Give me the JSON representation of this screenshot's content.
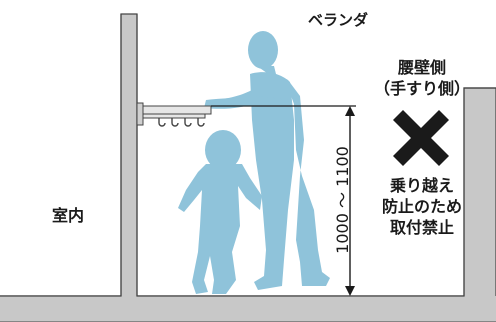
{
  "labels": {
    "veranda": "ベランダ",
    "indoor": "室内",
    "parapet_line1": "腰壁側",
    "parapet_line2": "（手すり側）",
    "warning_line1": "乗り越え",
    "warning_line2": "防止のため",
    "warning_line3": "取付禁止",
    "height_range": "1000 ～ 1100"
  },
  "colors": {
    "wall": "#c8c8c8",
    "wall_edge": "#444444",
    "figure": "#8fc3da",
    "dimension": "#1a1a1a",
    "cross": "#1a1a1a",
    "hanger": "#e6e6e6"
  },
  "icons": {
    "prohibition": "x-mark-icon"
  }
}
